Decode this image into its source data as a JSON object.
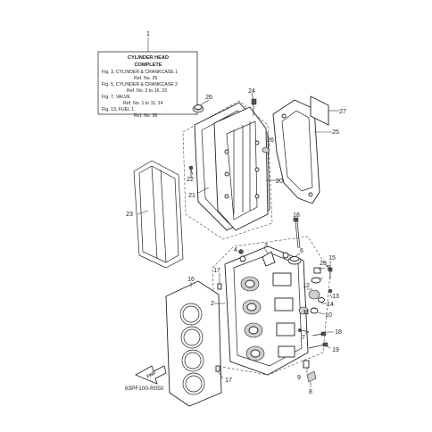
{
  "info_box": {
    "ref": "1",
    "title_lines": [
      "CYLINDER HEAD",
      "COMPLETE"
    ],
    "body_lines": [
      "Fig. 3, CYLINDER & CRANKCASE 1",
      "Ref. No. 25",
      "Fig. 5, CYLINDER & CRANKCASE 2",
      "Ref. No. 2 to 16, 23",
      "Fig. 7, VALVE",
      "Ref. No. 1 to 11, 14",
      "Fig. 13, FUEL 1",
      "Ref. No. 36"
    ]
  },
  "callouts": [
    "26",
    "24",
    "27",
    "25",
    "26",
    "22",
    "21",
    "20",
    "23",
    "18",
    "4",
    "6",
    "3",
    "15",
    "5",
    "28",
    "17",
    "16",
    "2",
    "12",
    "14",
    "13",
    "11",
    "10",
    "7",
    "18",
    "19",
    "9",
    "8",
    "17"
  ],
  "fwd_label": "FWD",
  "drawing_code": "63PF100-R050"
}
